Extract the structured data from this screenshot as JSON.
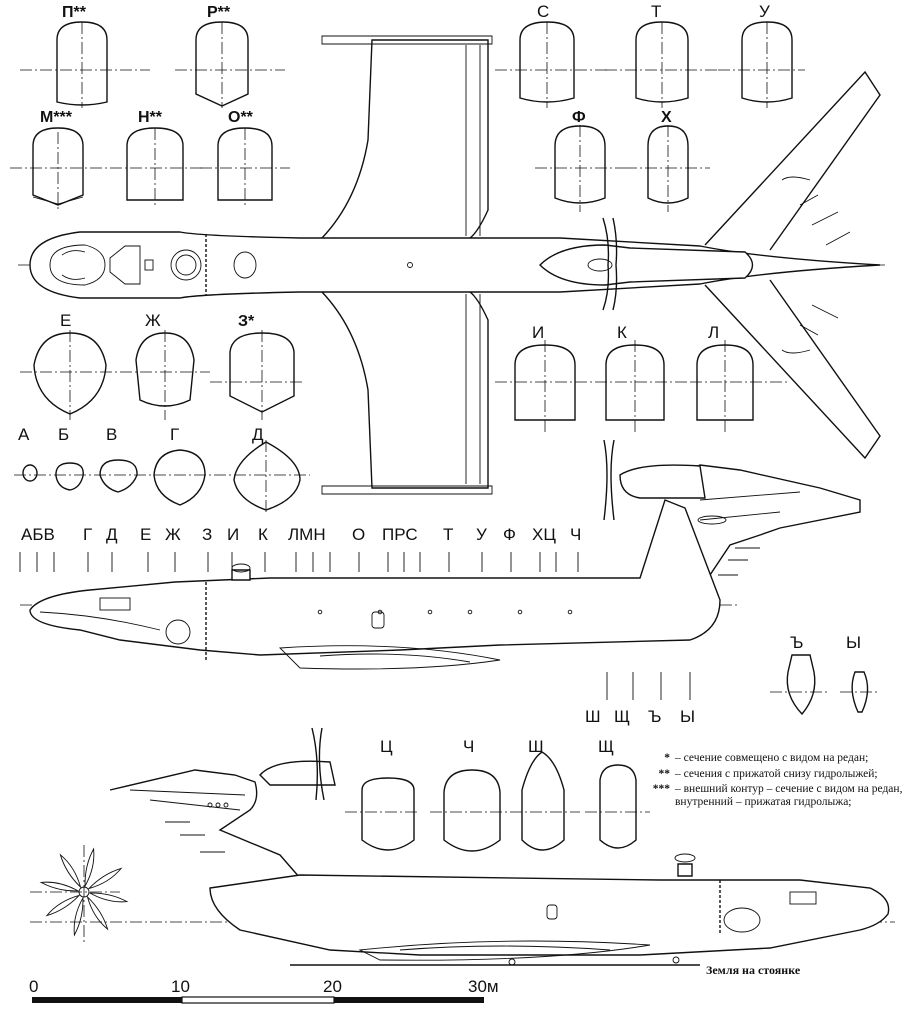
{
  "top_sections": [
    "П**",
    "Р**",
    "С",
    "Т",
    "У"
  ],
  "mid_sections": [
    "М***",
    "Н**",
    "О**",
    "Ф",
    "Х"
  ],
  "forward_sections": [
    "Е",
    "Ж",
    "З*",
    "И",
    "К",
    "Л"
  ],
  "nose_sections": [
    "А",
    "Б",
    "В",
    "Г",
    "Д"
  ],
  "station_labels": [
    "АБВ",
    "Г",
    "Д",
    "Е",
    "Ж",
    "З",
    "И",
    "К",
    "ЛМН",
    "О",
    "ПРС",
    "Т",
    "У",
    "Ф",
    "ХЦ",
    "Ч"
  ],
  "aft_stations": [
    "Ш",
    "Щ",
    "Ъ",
    "Ы"
  ],
  "tail_sections": [
    "Ъ",
    "Ы"
  ],
  "lower_sections": [
    "Ц",
    "Ч",
    "Ш",
    "Щ"
  ],
  "notes": [
    {
      "mark": "*",
      "text": "– сечение совмещено с видом на редан;"
    },
    {
      "mark": "**",
      "text": "– сечения с прижатой снизу гидролыжей;"
    },
    {
      "mark": "***",
      "text": "– внешний контур – сечение с видом на редан, внутренний – прижатая гидролыжа;"
    }
  ],
  "ground_label": "Земля на стоянке",
  "scale": {
    "ticks": [
      "0",
      "10",
      "20",
      "30м"
    ]
  }
}
